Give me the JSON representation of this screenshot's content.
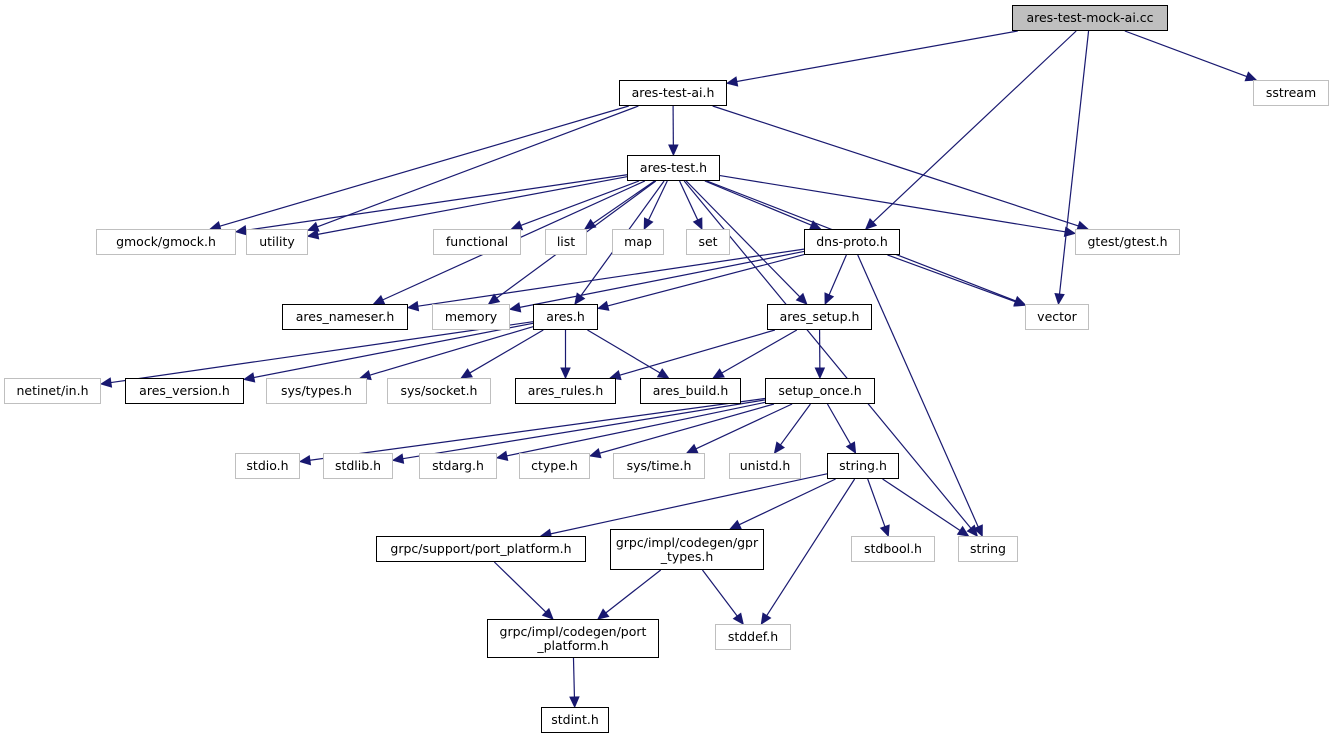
{
  "graph": {
    "title": "ares-test-mock-ai.cc",
    "edge_color": "#191970",
    "nodes": [
      {
        "id": "root",
        "label": "ares-test-mock-ai.cc",
        "kind": "root"
      },
      {
        "id": "ares_test_ai",
        "label": "ares-test-ai.h",
        "kind": "local"
      },
      {
        "id": "sstream",
        "label": "sstream",
        "kind": "system"
      },
      {
        "id": "ares_test",
        "label": "ares-test.h",
        "kind": "local"
      },
      {
        "id": "gmock",
        "label": "gmock/gmock.h",
        "kind": "system"
      },
      {
        "id": "utility",
        "label": "utility",
        "kind": "system"
      },
      {
        "id": "functional",
        "label": "functional",
        "kind": "system"
      },
      {
        "id": "list",
        "label": "list",
        "kind": "system"
      },
      {
        "id": "map",
        "label": "map",
        "kind": "system"
      },
      {
        "id": "set",
        "label": "set",
        "kind": "system"
      },
      {
        "id": "dns_proto",
        "label": "dns-proto.h",
        "kind": "local"
      },
      {
        "id": "gtest",
        "label": "gtest/gtest.h",
        "kind": "system"
      },
      {
        "id": "ares_nameser",
        "label": "ares_nameser.h",
        "kind": "local"
      },
      {
        "id": "memory",
        "label": "memory",
        "kind": "system"
      },
      {
        "id": "ares_h",
        "label": "ares.h",
        "kind": "local"
      },
      {
        "id": "ares_setup",
        "label": "ares_setup.h",
        "kind": "local"
      },
      {
        "id": "vector",
        "label": "vector",
        "kind": "system"
      },
      {
        "id": "netinet",
        "label": "netinet/in.h",
        "kind": "system"
      },
      {
        "id": "ares_version",
        "label": "ares_version.h",
        "kind": "local"
      },
      {
        "id": "sys_types",
        "label": "sys/types.h",
        "kind": "system"
      },
      {
        "id": "sys_socket",
        "label": "sys/socket.h",
        "kind": "system"
      },
      {
        "id": "ares_rules",
        "label": "ares_rules.h",
        "kind": "local"
      },
      {
        "id": "ares_build",
        "label": "ares_build.h",
        "kind": "local"
      },
      {
        "id": "setup_once",
        "label": "setup_once.h",
        "kind": "local"
      },
      {
        "id": "stdio",
        "label": "stdio.h",
        "kind": "system"
      },
      {
        "id": "stdlib",
        "label": "stdlib.h",
        "kind": "system"
      },
      {
        "id": "stdarg",
        "label": "stdarg.h",
        "kind": "system"
      },
      {
        "id": "ctype",
        "label": "ctype.h",
        "kind": "system"
      },
      {
        "id": "sys_time",
        "label": "sys/time.h",
        "kind": "system"
      },
      {
        "id": "unistd",
        "label": "unistd.h",
        "kind": "system"
      },
      {
        "id": "string_h",
        "label": "string.h",
        "kind": "local"
      },
      {
        "id": "grpc_support_pp",
        "label": "grpc/support/port_platform.h",
        "kind": "local"
      },
      {
        "id": "grpc_gpr_types",
        "label": "grpc/impl/codegen/gpr\n_types.h",
        "kind": "local"
      },
      {
        "id": "stdbool",
        "label": "stdbool.h",
        "kind": "system"
      },
      {
        "id": "string",
        "label": "string",
        "kind": "system"
      },
      {
        "id": "grpc_codegen_pp",
        "label": "grpc/impl/codegen/port\n_platform.h",
        "kind": "local"
      },
      {
        "id": "stddef",
        "label": "stddef.h",
        "kind": "system"
      },
      {
        "id": "stdint",
        "label": "stdint.h",
        "kind": "local"
      }
    ],
    "edges": [
      [
        "root",
        "ares_test_ai"
      ],
      [
        "root",
        "sstream"
      ],
      [
        "root",
        "dns_proto"
      ],
      [
        "root",
        "vector"
      ],
      [
        "ares_test_ai",
        "ares_test"
      ],
      [
        "ares_test_ai",
        "gmock"
      ],
      [
        "ares_test_ai",
        "utility"
      ],
      [
        "ares_test_ai",
        "gtest"
      ],
      [
        "ares_test",
        "gmock"
      ],
      [
        "ares_test",
        "utility"
      ],
      [
        "ares_test",
        "functional"
      ],
      [
        "ares_test",
        "list"
      ],
      [
        "ares_test",
        "map"
      ],
      [
        "ares_test",
        "set"
      ],
      [
        "ares_test",
        "dns_proto"
      ],
      [
        "ares_test",
        "gtest"
      ],
      [
        "ares_test",
        "ares_nameser"
      ],
      [
        "ares_test",
        "memory"
      ],
      [
        "ares_test",
        "ares_h"
      ],
      [
        "ares_test",
        "ares_setup"
      ],
      [
        "ares_test",
        "vector"
      ],
      [
        "ares_test",
        "string"
      ],
      [
        "dns_proto",
        "ares_nameser"
      ],
      [
        "dns_proto",
        "memory"
      ],
      [
        "dns_proto",
        "ares_h"
      ],
      [
        "dns_proto",
        "ares_setup"
      ],
      [
        "dns_proto",
        "vector"
      ],
      [
        "dns_proto",
        "string"
      ],
      [
        "ares_h",
        "netinet"
      ],
      [
        "ares_h",
        "ares_version"
      ],
      [
        "ares_h",
        "sys_types"
      ],
      [
        "ares_h",
        "sys_socket"
      ],
      [
        "ares_h",
        "ares_rules"
      ],
      [
        "ares_h",
        "ares_build"
      ],
      [
        "ares_setup",
        "ares_rules"
      ],
      [
        "ares_setup",
        "ares_build"
      ],
      [
        "ares_setup",
        "setup_once"
      ],
      [
        "setup_once",
        "stdio"
      ],
      [
        "setup_once",
        "stdlib"
      ],
      [
        "setup_once",
        "stdarg"
      ],
      [
        "setup_once",
        "ctype"
      ],
      [
        "setup_once",
        "sys_time"
      ],
      [
        "setup_once",
        "unistd"
      ],
      [
        "setup_once",
        "string_h"
      ],
      [
        "string_h",
        "grpc_support_pp"
      ],
      [
        "string_h",
        "grpc_gpr_types"
      ],
      [
        "string_h",
        "stddef"
      ],
      [
        "string_h",
        "stdbool"
      ],
      [
        "string_h",
        "string"
      ],
      [
        "grpc_support_pp",
        "grpc_codegen_pp"
      ],
      [
        "grpc_gpr_types",
        "grpc_codegen_pp"
      ],
      [
        "grpc_gpr_types",
        "stddef"
      ],
      [
        "grpc_codegen_pp",
        "stdint"
      ]
    ]
  }
}
